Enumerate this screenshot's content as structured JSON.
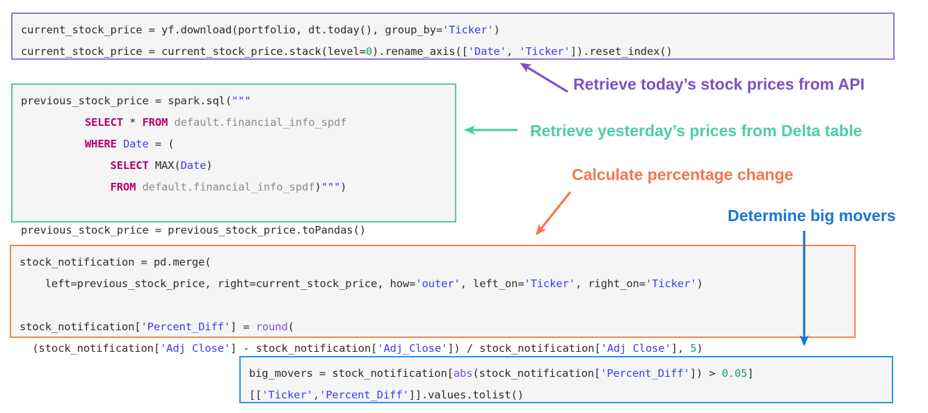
{
  "palette": {
    "purple": "#7B52C4",
    "teal": "#4DCCAA",
    "orange": "#F5764D",
    "blue": "#1876D2",
    "code_bg": "#f5f5f5",
    "string_blue": "#3b3bf0",
    "number_green": "#1a9e78",
    "sql_keyword": "#b3006b",
    "builtin_purple": "#7b4fe0",
    "sql_table_gray": "#8a8a8a"
  },
  "code_blocks": [
    {
      "id": "download-prices-block",
      "border_color": "#9575CD",
      "lines": [
        [
          {
            "t": "current_stock_price = yf.download(portfolio, dt.today(), group_by=",
            "c": "plain"
          },
          {
            "t": "'Ticker'",
            "c": "str"
          },
          {
            "t": ")",
            "c": "plain"
          }
        ],
        [
          {
            "t": "current_stock_price = current_stock_price.stack(level=",
            "c": "plain"
          },
          {
            "t": "0",
            "c": "num"
          },
          {
            "t": ").rename_axis([",
            "c": "plain"
          },
          {
            "t": "'Date'",
            "c": "str"
          },
          {
            "t": ", ",
            "c": "plain"
          },
          {
            "t": "'Ticker'",
            "c": "str"
          },
          {
            "t": "]).reset_index()",
            "c": "plain"
          }
        ]
      ]
    },
    {
      "id": "spark-sql-block",
      "border_color": "#4DCCAA",
      "lines": [
        [
          {
            "t": "previous_stock_price = spark.sql(",
            "c": "plain"
          },
          {
            "t": "\"\"\"",
            "c": "str"
          }
        ],
        [
          {
            "t": "          ",
            "c": "plain"
          },
          {
            "t": "SELECT",
            "c": "kw"
          },
          {
            "t": " * ",
            "c": "plain"
          },
          {
            "t": "FROM",
            "c": "kw"
          },
          {
            "t": " ",
            "c": "plain"
          },
          {
            "t": "default.financial_info_spdf",
            "c": "tbl"
          }
        ],
        [
          {
            "t": "          ",
            "c": "plain"
          },
          {
            "t": "WHERE",
            "c": "kw"
          },
          {
            "t": " ",
            "c": "plain"
          },
          {
            "t": "Date",
            "c": "col"
          },
          {
            "t": " = (",
            "c": "plain"
          }
        ],
        [
          {
            "t": "              ",
            "c": "plain"
          },
          {
            "t": "SELECT",
            "c": "kw"
          },
          {
            "t": " MAX(",
            "c": "plain"
          },
          {
            "t": "Date",
            "c": "col"
          },
          {
            "t": ")",
            "c": "plain"
          }
        ],
        [
          {
            "t": "              ",
            "c": "plain"
          },
          {
            "t": "FROM",
            "c": "kw"
          },
          {
            "t": " ",
            "c": "plain"
          },
          {
            "t": "default.financial_info_spdf",
            "c": "tbl"
          },
          {
            "t": ")",
            "c": "plain"
          },
          {
            "t": "\"\"\"",
            "c": "str"
          },
          {
            "t": ")",
            "c": "plain"
          }
        ],
        [
          {
            "t": "",
            "c": "plain"
          }
        ],
        [
          {
            "t": "previous_stock_price = previous_stock_price.toPandas()",
            "c": "plain"
          }
        ]
      ]
    },
    {
      "id": "merge-block",
      "border_color": "#F5864D",
      "lines": [
        [
          {
            "t": "stock_notification = pd.merge(",
            "c": "plain"
          }
        ],
        [
          {
            "t": "    left=previous_stock_price, right=current_stock_price, how=",
            "c": "plain"
          },
          {
            "t": "'outer'",
            "c": "str"
          },
          {
            "t": ", left_on=",
            "c": "plain"
          },
          {
            "t": "'Ticker'",
            "c": "str"
          },
          {
            "t": ", right_on=",
            "c": "plain"
          },
          {
            "t": "'Ticker'",
            "c": "str"
          },
          {
            "t": ")",
            "c": "plain"
          }
        ],
        [
          {
            "t": "",
            "c": "plain"
          }
        ],
        [
          {
            "t": "stock_notification[",
            "c": "plain"
          },
          {
            "t": "'Percent_Diff'",
            "c": "str"
          },
          {
            "t": "] = ",
            "c": "plain"
          },
          {
            "t": "round",
            "c": "fn"
          },
          {
            "t": "(",
            "c": "plain"
          }
        ],
        [
          {
            "t": "  (stock_notification[",
            "c": "plain"
          },
          {
            "t": "'Adj Close'",
            "c": "str"
          },
          {
            "t": "] - stock_notification[",
            "c": "plain"
          },
          {
            "t": "'Adj_Close'",
            "c": "str"
          },
          {
            "t": "]) / stock_notification[",
            "c": "plain"
          },
          {
            "t": "'Adj Close'",
            "c": "str"
          },
          {
            "t": "], ",
            "c": "plain"
          },
          {
            "t": "5",
            "c": "num"
          },
          {
            "t": ")",
            "c": "plain"
          }
        ]
      ]
    },
    {
      "id": "big-movers-block",
      "border_color": "#2196F3",
      "lines": [
        [
          {
            "t": "big_movers = stock_notification[",
            "c": "plain"
          },
          {
            "t": "abs",
            "c": "fn"
          },
          {
            "t": "(stock_notification[",
            "c": "plain"
          },
          {
            "t": "'Percent_Diff'",
            "c": "str"
          },
          {
            "t": "]) > ",
            "c": "plain"
          },
          {
            "t": "0.05",
            "c": "num"
          },
          {
            "t": "]",
            "c": "plain"
          }
        ],
        [
          {
            "t": "[[",
            "c": "plain"
          },
          {
            "t": "'Ticker'",
            "c": "str"
          },
          {
            "t": ",",
            "c": "plain"
          },
          {
            "t": "'Percent_Diff'",
            "c": "str"
          },
          {
            "t": "]].values.tolist()",
            "c": "plain"
          }
        ]
      ]
    }
  ],
  "annotations": [
    {
      "id": "annotation-api",
      "text": "Retrieve today’s stock prices from API",
      "color": "#7B52C4",
      "arrow": "diagonal-up-left"
    },
    {
      "id": "annotation-delta",
      "text": "Retrieve yesterday’s prices from Delta table",
      "color": "#4DCCAA",
      "arrow": "horizontal-left"
    },
    {
      "id": "annotation-percent",
      "text": "Calculate percentage change",
      "color": "#F5764D",
      "arrow": "diagonal-down-left"
    },
    {
      "id": "annotation-movers",
      "text": "Determine big movers",
      "color": "#1876D2",
      "arrow": "vertical-down"
    }
  ]
}
